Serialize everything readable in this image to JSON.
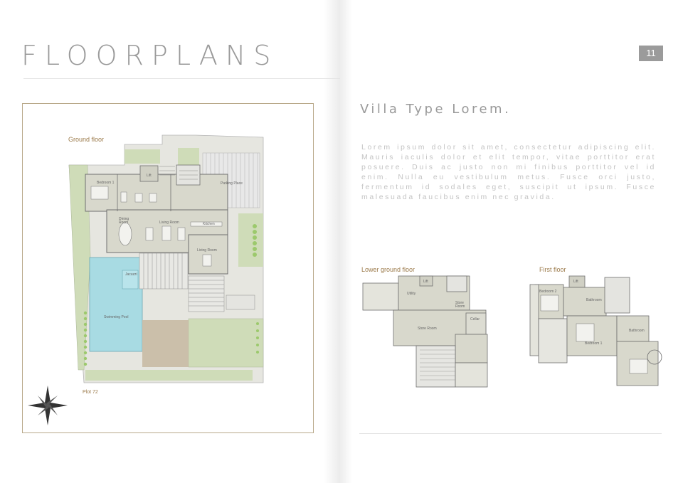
{
  "page": {
    "title": "FLOORPLANS",
    "page_number": "11",
    "subtitle": "Villa Type Lorem.",
    "body": "Lorem ipsum dolor sit amet, consectetur adipiscing elit. Mauris iaculis dolor et elit tempor, vitae porttitor erat posuere. Duis ac justo non mi finibus porttitor vel id enim. Nulla eu vestibulum metus. Fusce orci justo, fermentum id sodales eget, suscipit ut ipsum. Fusce malesuada faucibus enim nec gravida."
  },
  "ground_floor": {
    "label": "Ground floor",
    "plot": "Plot 72",
    "rooms": {
      "lift": "Lift",
      "bedroom1": "Bedroom 1",
      "parking": "Parking Place",
      "dining": "Dining Room",
      "living": "Living Room",
      "kitchen": "Kitchen",
      "living2": "Living Room",
      "jacuzzi": "Jacuzzi",
      "pool": "Swimming Pool"
    }
  },
  "lower_ground_floor": {
    "label": "Lower ground floor",
    "rooms": {
      "lift": "Lift",
      "utility": "Utility",
      "store": "Store Room",
      "cellar": "Cellar",
      "store2": "Store Room"
    }
  },
  "first_floor": {
    "label": "First floor",
    "rooms": {
      "bedroom2": "Bedroom 2",
      "lift": "Lift",
      "bathroom": "Bathroom",
      "bedroom1": "Bedroom 1",
      "bathroom2": "Bathroom"
    }
  },
  "colors": {
    "title": "#9a9a9a",
    "label_gold": "#9b7a4a",
    "pool": "#a8dbe3",
    "garden": "#cfdcb8",
    "floor": "#d8d8cc",
    "frame": "#b9a98a"
  }
}
